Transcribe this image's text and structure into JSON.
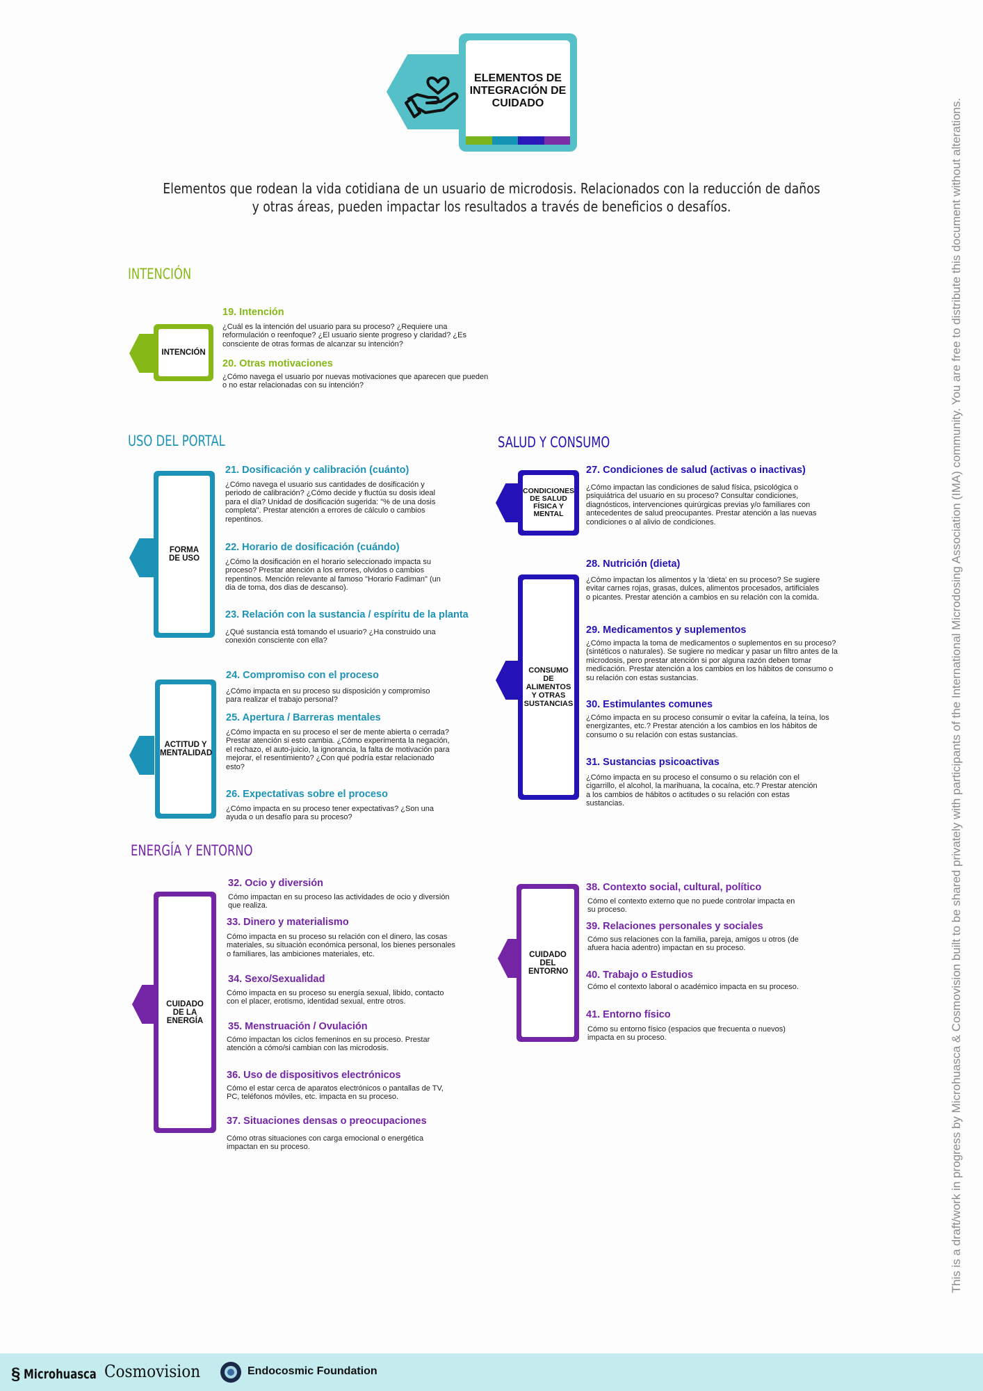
{
  "header": {
    "title": "ELEMENTOS DE INTEGRACIÓN DE CUIDADO",
    "icon": "hand-heart-icon",
    "bar_colors": [
      "#7ab51d",
      "#1493b5",
      "#2b18b8",
      "#7b2ea5"
    ],
    "accent": "#55c0c8"
  },
  "subtitle": "Elementos que rodean la vida cotidiana de un usuario de microdosis. Relacionados con la reducción de daños y otras áreas, pueden impactar los resultados a través de beneficios o desafíos.",
  "colors": {
    "intencion": "#86b817",
    "portal": "#1c93b6",
    "salud": "#2312b5",
    "energia": "#7425a6"
  },
  "sections": {
    "intencion": "INTENCIÓN",
    "portal": "USO DEL PORTAL",
    "salud": "SALUD Y CONSUMO",
    "energia": "ENERGÍA Y ENTORNO"
  },
  "cards": {
    "intencion": "INTENCIÓN",
    "forma": "FORMA DE USO",
    "actitud": "ACTITUD Y MENTALIDAD",
    "condiciones": "CONDICIONES DE SALUD FÍSICA Y MENTAL",
    "consumo": "CONSUMO DE ALIMENTOS Y OTRAS SUSTANCIAS",
    "energia": "CUIDADO DE LA ENERGÍA",
    "entorno": "CUIDADO DEL ENTORNO"
  },
  "items": {
    "i19": {
      "h": "19. Intención",
      "t": "¿Cuál es la intención del usuario para su proceso? ¿Requiere una reformulación o reenfoque? ¿El usuario siente progreso y claridad? ¿Es consciente de otras formas de alcanzar su intención?"
    },
    "i20": {
      "h": "20. Otras motivaciones",
      "t": "¿Cómo navega el usuario por nuevas motivaciones que aparecen que pueden o no estar relacionadas con su intención?"
    },
    "i21": {
      "h": "21. Dosificación y calibración (cuánto)",
      "t": "¿Cómo navega el usuario sus cantidades de dosificación y periodo de calibración? ¿Cómo decide y fluctúa su dosis ideal para el día? Unidad de dosificación sugerida: \"% de una dosis completa\". Prestar atención a errores de cálculo o cambios repentinos."
    },
    "i22": {
      "h": "22. Horario de dosificación (cuándo)",
      "t": "¿Cómo la dosificación en el horario seleccionado impacta su proceso? Prestar atención a los errores, olvidos o cambios repentinos. Mención relevante al famoso \"Horario Fadiman\" (un dia de toma, dos dias de descanso)."
    },
    "i23": {
      "h": "23. Relación con la sustancia / espíritu de la planta",
      "t": "¿Qué sustancia está tomando el usuario? ¿Ha construido una conexión consciente con ella?"
    },
    "i24": {
      "h": "24. Compromiso con el proceso",
      "t": "¿Cómo impacta en su proceso su disposición y compromiso para realizar el trabajo personal?"
    },
    "i25": {
      "h": "25. Apertura / Barreras mentales",
      "t": "¿Cómo impacta en su proceso el ser de mente abierta o cerrada? Prestar atención si esto cambia. ¿Cómo experimenta la negación, el rechazo, el auto-juicio, la ignorancia, la falta de motivación para mejorar, el resentimiento? ¿Con qué podría estar relacionado esto?"
    },
    "i26": {
      "h": "26. Expectativas sobre el proceso",
      "t": "¿Cómo impacta en su proceso tener expectativas? ¿Son una ayuda o un desafío para su proceso?"
    },
    "i27": {
      "h": "27. Condiciones de salud (activas o inactivas)",
      "t": "¿Cómo impactan las condiciones de salud física, psicológica o psiquiátrica del usuario en su proceso? Consultar condiciones, diagnósticos, intervenciones quirúrgicas previas y/o familiares con antecedentes de salud preocupantes. Prestar atención a las nuevas condiciones o al alivio de condiciones."
    },
    "i28": {
      "h": "28. Nutrición (dieta)",
      "t": "¿Cómo impactan los alimentos y la 'dieta' en su proceso? Se sugiere evitar carnes rojas, grasas, dulces, alimentos procesados, artificiales o picantes. Prestar atención a cambios en su relación con la comida."
    },
    "i29": {
      "h": "29. Medicamentos y suplementos",
      "t": "¿Cómo impacta la toma de medicamentos o suplementos en su proceso? (sintéticos o naturales). Se sugiere no medicar y pasar un filtro antes de la microdosis, pero prestar atención si por alguna razón deben tomar medicación. Prestar atención a los cambios en los hábitos de consumo o su relación con estas sustancias."
    },
    "i30": {
      "h": "30. Estimulantes comunes",
      "t": "¿Cómo impacta en su proceso consumir o evitar la cafeína, la teína, los energizantes, etc.? Prestar atención a los cambios en los hábitos de consumo o su relación con estas sustancias."
    },
    "i31": {
      "h": "31. Sustancias psicoactivas",
      "t": "¿Cómo impacta en su proceso el consumo o su relación con el cigarrillo, el alcohol, la marihuana, la cocaína, etc.? Prestar atención a los cambios de hábitos o actitudes o su relación con estas sustancias."
    },
    "i32": {
      "h": "32. Ocio y diversión",
      "t": "Cómo impactan en su proceso las actividades de ocio y diversión que realiza."
    },
    "i33": {
      "h": "33. Dinero y materialismo",
      "t": "Cómo impacta en su proceso su relación con el dinero, las cosas materiales, su situación económica personal, los bienes personales o familiares, las ambiciones materiales, etc."
    },
    "i34": {
      "h": "34. Sexo/Sexualidad",
      "t": "Cómo impacta en su proceso su energía sexual, libido, contacto con el placer, erotismo, identidad sexual, entre otros."
    },
    "i35": {
      "h": "35. Menstruación / Ovulación",
      "t": "Cómo impactan los ciclos femeninos en su proceso. Prestar atención a cómo/si cambian con las microdosis."
    },
    "i36": {
      "h": "36. Uso de dispositivos electrónicos",
      "t": "Cómo el estar cerca de aparatos electrónicos o pantallas de TV, PC, teléfonos móviles, etc. impacta en su proceso."
    },
    "i37": {
      "h": "37. Situaciones densas o preocupaciones",
      "t": "Cómo otras situaciones con carga emocional o energética impactan en su proceso."
    },
    "i38": {
      "h": "38. Contexto social, cultural, político",
      "t": "Cómo el contexto externo que no puede controlar impacta en su proceso."
    },
    "i39": {
      "h": "39. Relaciones personales y sociales",
      "t": "Cómo sus relaciones con la familia, pareja, amigos u otros (de afuera hacia adentro) impactan en su proceso."
    },
    "i40": {
      "h": "40. Trabajo o Estudios",
      "t": "Cómo el contexto laboral o académico impacta en su proceso."
    },
    "i41": {
      "h": "41. Entorno físico",
      "t": "Cómo su entorno físico (espacios que frecuenta o nuevos) impacta en su proceso."
    }
  },
  "footer": {
    "logo1": "Microhuasca",
    "logo2": "Cosmovision",
    "logo3": "Endocosmic Foundation",
    "bg": "#c4ecee"
  },
  "watermark": "This is a draft/work in progress by Microhuasca & Cosmovision built to be shared privately with participants of the International Microdosing Association (IMA) community. You are free to distribute this document without alterations."
}
